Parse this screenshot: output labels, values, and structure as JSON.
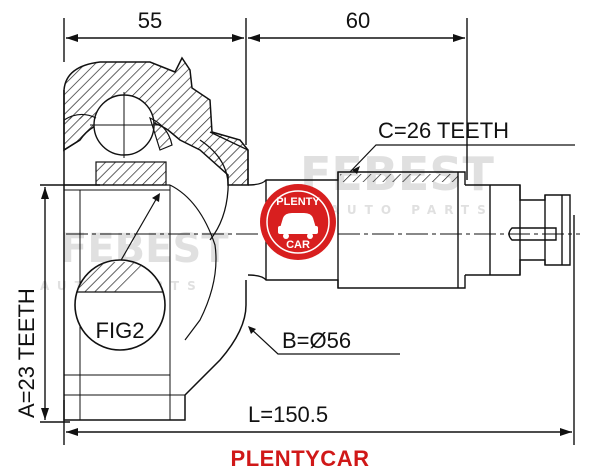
{
  "dimensions": {
    "top_left": "55",
    "top_right": "60",
    "spline_c": "C=26 TEETH",
    "diameter_b": "B=Ø56",
    "length_l": "L=150.5",
    "spline_a": "A=23 TEETH"
  },
  "detail_label": "FIG2",
  "watermark": {
    "text": "FEBEST",
    "sub": "AUTO PARTS"
  },
  "badge": {
    "top": "PLENTY",
    "bottom": "CAR",
    "color": "#d81f1f"
  },
  "brand_footer": "PLENTYCAR"
}
